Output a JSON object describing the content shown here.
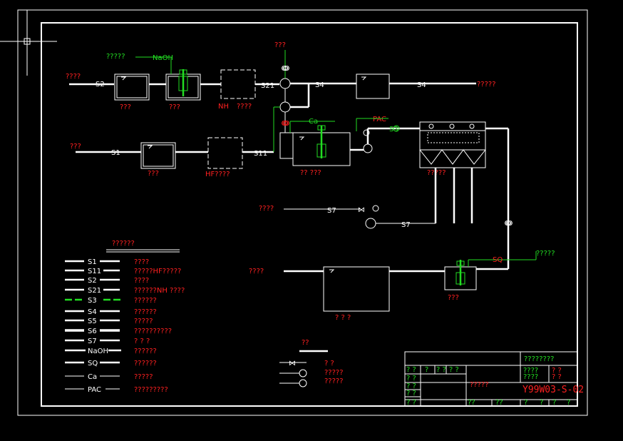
{
  "drawing": {
    "inputs": {
      "top_left": "????",
      "mid_left": "???",
      "s7_input": "????",
      "top_source": "???",
      "naoh_label_src": "?????",
      "lower_left_out": "????",
      "top_right_out": "?????"
    },
    "flow_labels": {
      "s2": "S2",
      "s1": "S1",
      "s11": "S11",
      "s21": "S21",
      "s4a": "S4",
      "s4b": "S4",
      "s3": "S3",
      "s7a": "S7",
      "s7b": "S7",
      "naoh": "NaOH",
      "ca": "Ca",
      "pac": "PAC",
      "sq": "SQ"
    },
    "unit_labels": {
      "tank1": "???",
      "tank2": "???",
      "nh": "NH",
      "nh_suffix": "????",
      "tank_s1": "???",
      "hf": "HF????",
      "reactor": "?? ???",
      "clarifier": "?????",
      "final_tank": "? ? ?",
      "small_tank": "???",
      "sq_src": "?????"
    },
    "legend": {
      "title": "??????",
      "rows": [
        {
          "code": "S1",
          "desc": "????"
        },
        {
          "code": "S11",
          "desc": "?????HF?????"
        },
        {
          "code": "S2",
          "desc": "????"
        },
        {
          "code": "S21",
          "desc": "??????NH ????"
        },
        {
          "code": "S3",
          "desc": "??????"
        },
        {
          "code": "S4",
          "desc": "??????"
        },
        {
          "code": "S5",
          "desc": "?????"
        },
        {
          "code": "S6",
          "desc": "??????????"
        },
        {
          "code": "S7",
          "desc": "? ? ?"
        },
        {
          "code": "NaOH",
          "desc": "??????"
        },
        {
          "code": "SQ",
          "desc": "??????"
        },
        {
          "code": "Ca",
          "desc": "?????"
        },
        {
          "code": "PAC",
          "desc": "?????????"
        }
      ]
    },
    "symbols": {
      "title": "??",
      "rows": [
        {
          "desc": "? ?"
        },
        {
          "desc": "?????"
        },
        {
          "desc": "?????"
        }
      ]
    },
    "title_block": {
      "header": "????????",
      "name": "?????",
      "drawing_no": "Y99W03-S-02",
      "grid_a": [
        "? ?",
        "?",
        "? ?",
        "? ?"
      ],
      "grid_b": [
        "????",
        "? ?",
        "????",
        "? ?"
      ],
      "bottom": [
        "??",
        "??",
        "?",
        "?",
        "?",
        "?"
      ]
    },
    "colors": {
      "background": "#000000",
      "line": "#ffffff",
      "text_red": "#ff2020",
      "text_green": "#22dd22"
    }
  }
}
